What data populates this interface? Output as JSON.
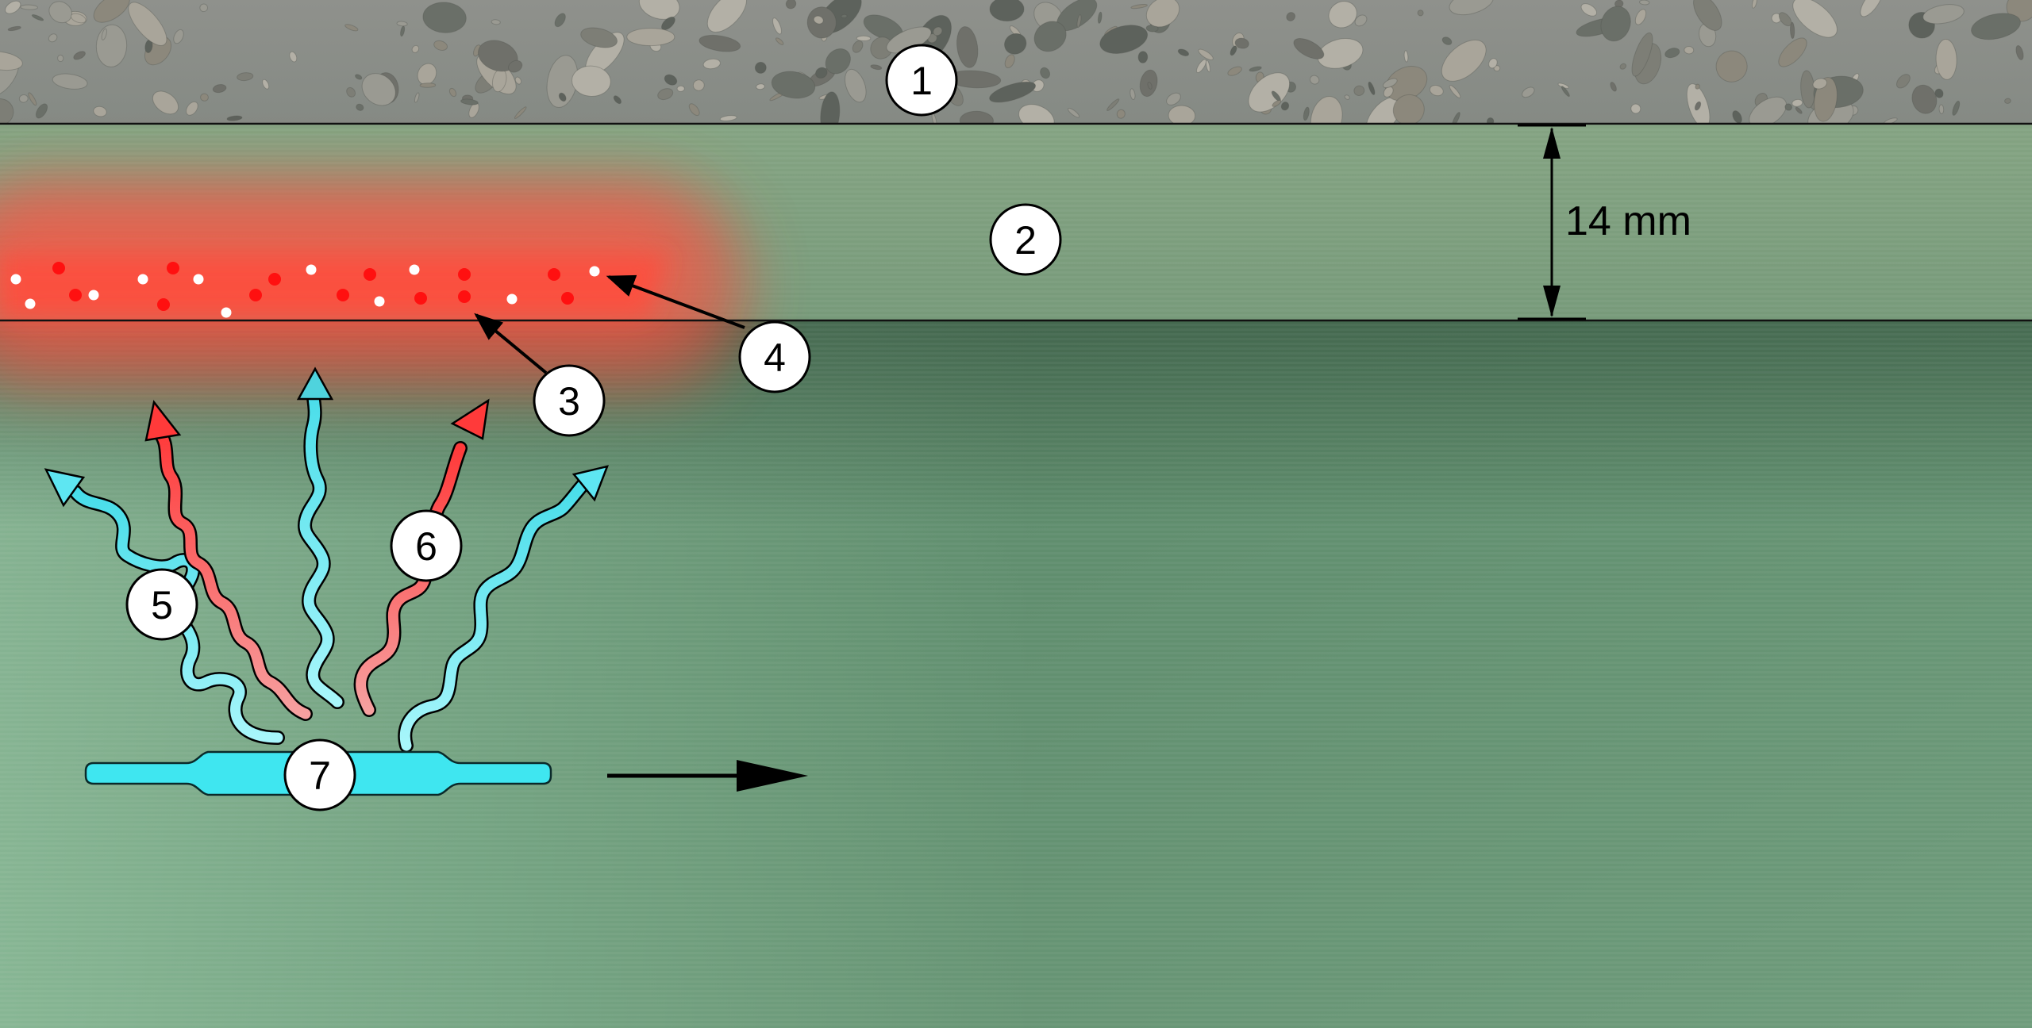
{
  "dimension": {
    "label": "14 mm"
  },
  "callouts": [
    {
      "id": "concrete-slab",
      "number": "1"
    },
    {
      "id": "cover-layer",
      "number": "2"
    },
    {
      "id": "red-particles",
      "number": "3"
    },
    {
      "id": "white-particles",
      "number": "4"
    },
    {
      "id": "cyan-waves",
      "number": "5"
    },
    {
      "id": "red-waves",
      "number": "6"
    },
    {
      "id": "source-element",
      "number": "7"
    }
  ],
  "colors": {
    "concrete": "#8a8c86",
    "cover_layer": "#7f9e7e",
    "base_green": "#5d876b",
    "heat_red": "#ff5a44",
    "wave_cyan": "#5ee6f2",
    "source_cyan": "#3fe6f0",
    "outline": "#000000"
  },
  "motion_direction": "right"
}
